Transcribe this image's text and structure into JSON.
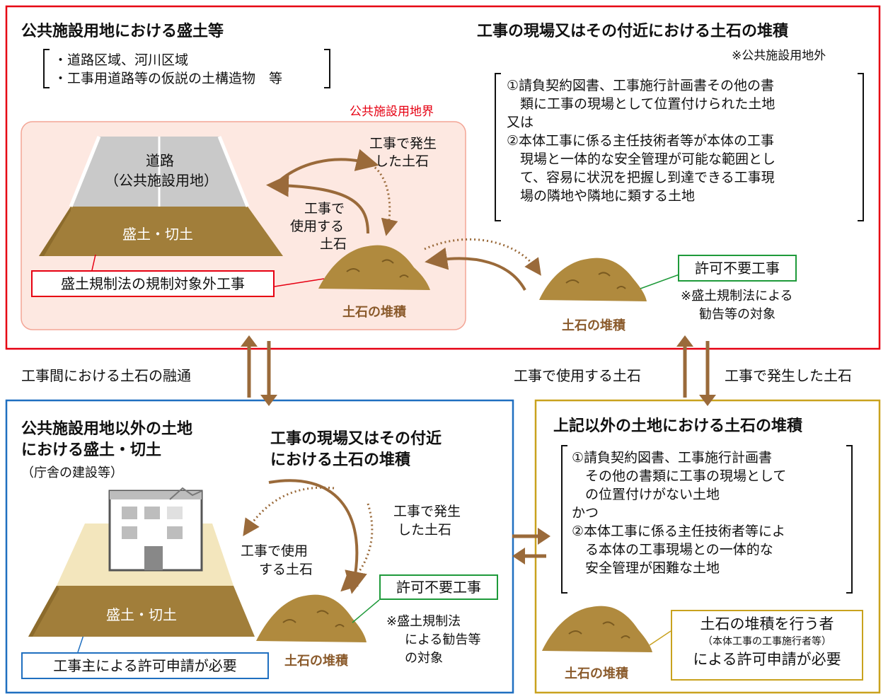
{
  "colors": {
    "red": "#e60012",
    "blue": "#1f6fc0",
    "gold": "#c9a21e",
    "green": "#1e9a3a",
    "soil": "#b08a3e",
    "arrow": "#9a6a3a"
  },
  "top": {
    "left_title": "公共施設用地における盛土等",
    "bracket_items": [
      "・道路区域、河川区域",
      "・工事用道路等の仮説の土構造物　等"
    ],
    "boundary_label": "公共施設用地界",
    "road_label_1": "道路",
    "road_label_2": "（公共施設用地）",
    "embankment_label": "盛土・切土",
    "generated_soil_1": "工事で発生",
    "generated_soil_2": "した土石",
    "used_soil_1": "工事で",
    "used_soil_2": "使用する",
    "used_soil_3": "土石",
    "pile_label": "土石の堆積",
    "exempt_label": "盛土規制法の規制対象外工事",
    "right_title": "工事の現場又はその付近における土石の堆積",
    "right_note": "※公共施設用地外",
    "conditions": [
      "①請負契約図書、工事施行計画書その他の書",
      "　類に工事の現場として位置付けられた土地",
      "又は",
      "②本体工事に係る主任技術者等が本体の工事",
      "　現場と一体的な安全管理が可能な範囲とし",
      "　て、容易に状況を把握し到達できる工事現",
      "　場の隣地や隣地に類する土地"
    ],
    "permit_label": "許可不要工事",
    "permit_note_1": "※盛土規制法による",
    "permit_note_2": "勧告等の対象",
    "pile_label_right": "土石の堆積"
  },
  "middle": {
    "interchange_label": "工事間における土石の融通",
    "used_label": "工事で使用する土石",
    "generated_label": "工事で発生した土石"
  },
  "bottom_left": {
    "title_1": "公共施設用地以外の土地",
    "title_2": "における盛土・切土",
    "subtitle": "（庁舎の建設等）",
    "embankment_label": "盛土・切土",
    "pile_title_1": "工事の現場又はその付近",
    "pile_title_2": "における土石の堆積",
    "generated_soil_1": "工事で発生",
    "generated_soil_2": "した土石",
    "used_soil_1": "工事で使用",
    "used_soil_2": "する土石",
    "permit_label": "許可不要工事",
    "permit_note_1": "※盛土規制法",
    "permit_note_2": "による勧告等",
    "permit_note_3": "の対象",
    "pile_label": "土石の堆積",
    "required_label": "工事主による許可申請が必要"
  },
  "bottom_right": {
    "title": "上記以外の土地における土石の堆積",
    "conditions": [
      "①請負契約図書、工事施行計画書",
      "　その他の書類に工事の現場として",
      "　の位置付けがない土地",
      "かつ",
      "②本体工事に係る主任技術者等によ",
      "　る本体の工事現場との一体的な",
      "　安全管理が困難な土地"
    ],
    "pile_label": "土石の堆積",
    "applicant_1": "土石の堆積を行う者",
    "applicant_2": "（本体工事の工事施行者等）",
    "applicant_3": "による許可申請が必要"
  }
}
